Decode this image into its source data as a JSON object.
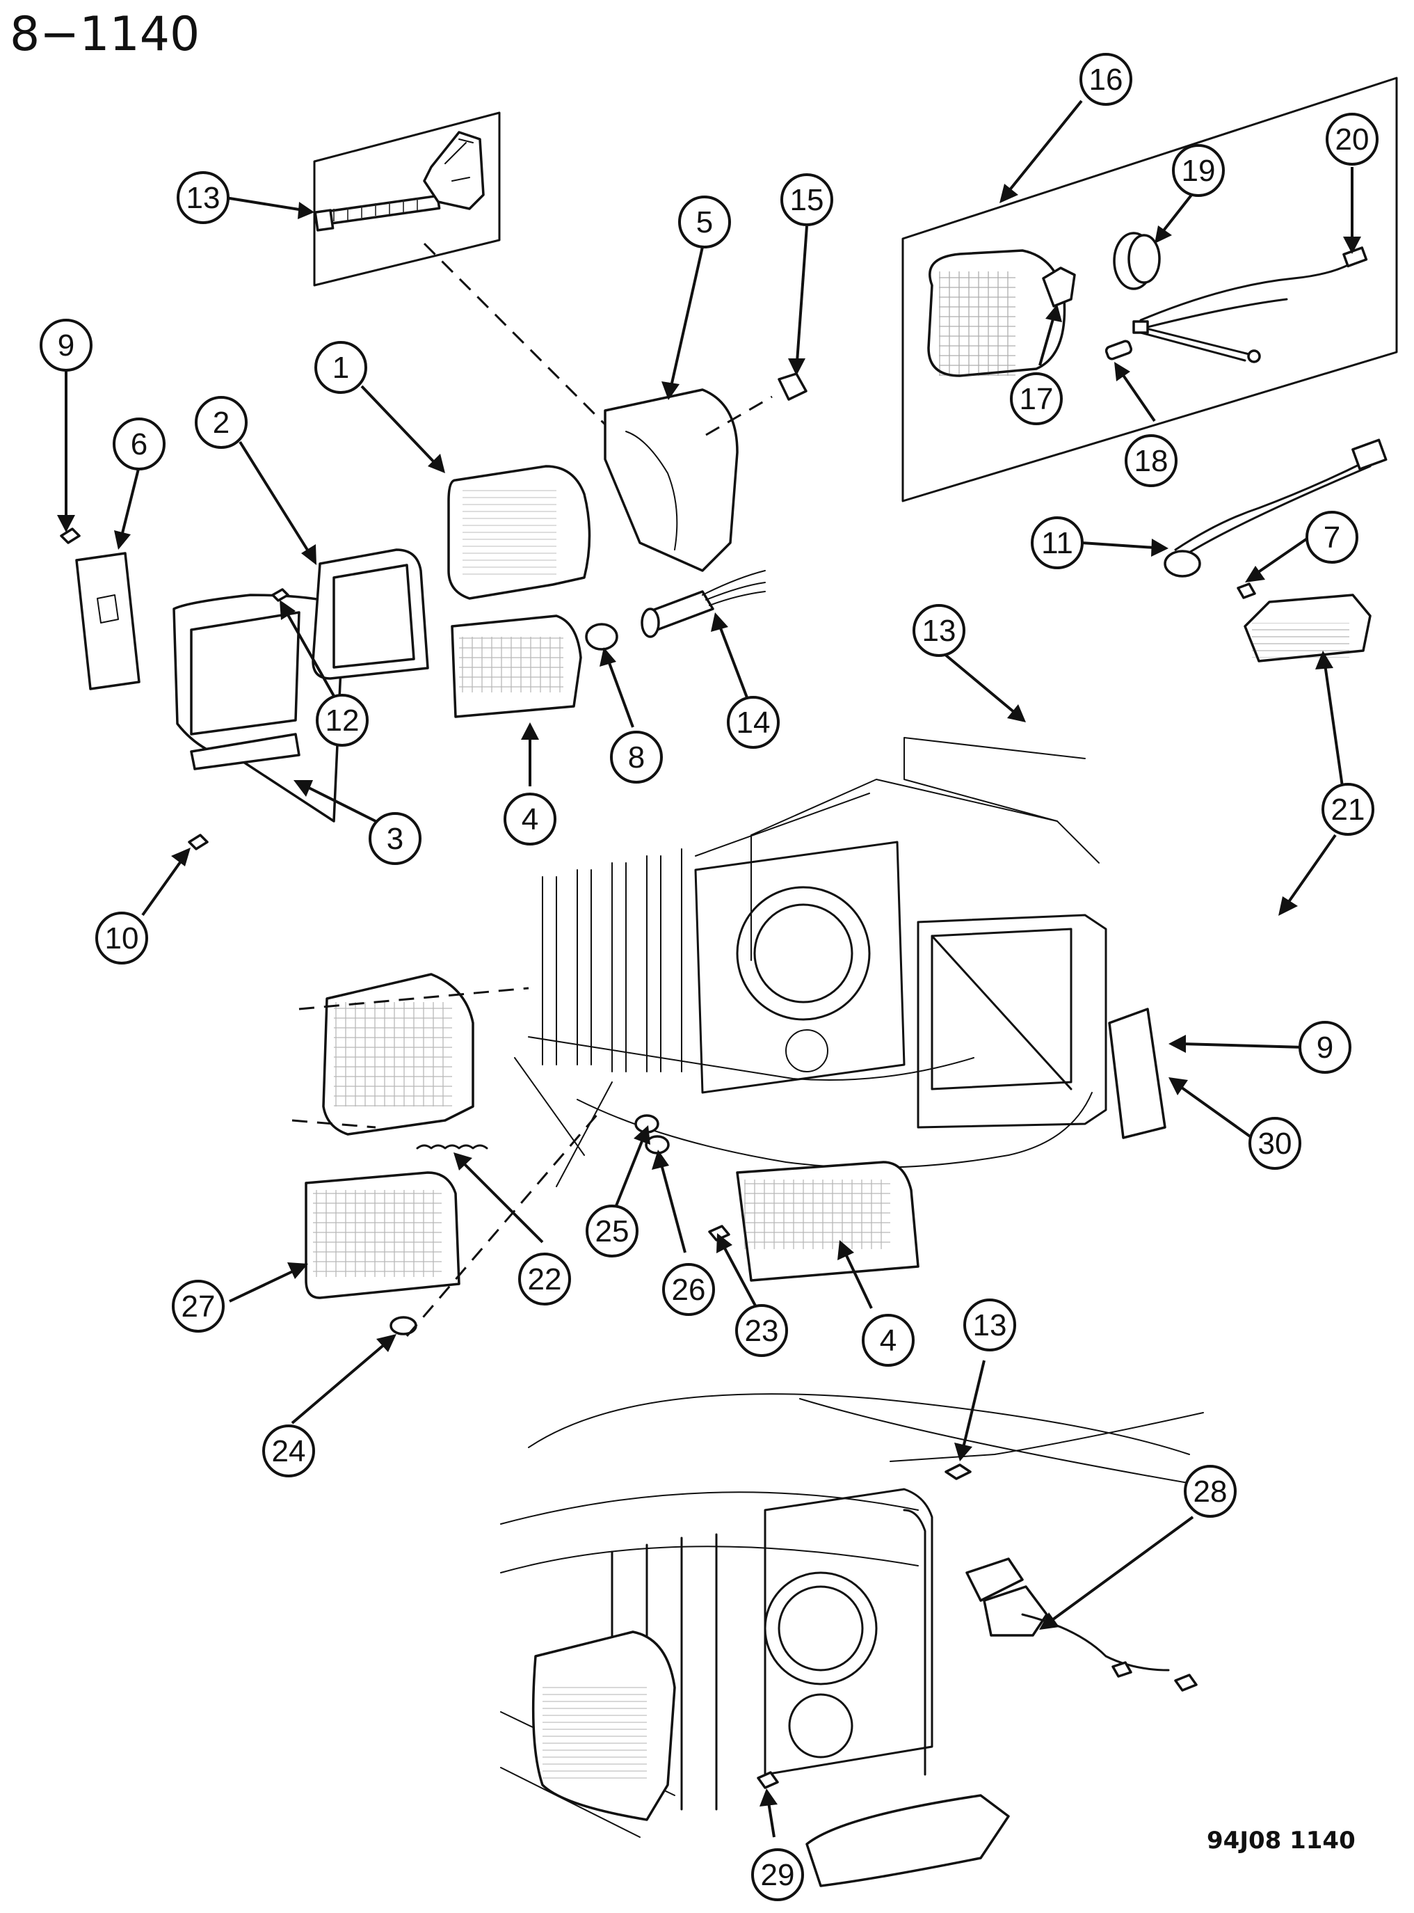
{
  "page_title": "8−1140",
  "drawing_code": "94J08  1140",
  "callouts": [
    "1",
    "2",
    "3",
    "4",
    "5",
    "6",
    "7",
    "8",
    "9",
    "10",
    "11",
    "12",
    "13",
    "14",
    "15",
    "16",
    "17",
    "18",
    "19",
    "20",
    "21",
    "22",
    "23",
    "24",
    "25",
    "26",
    "27",
    "28",
    "29",
    "30"
  ]
}
